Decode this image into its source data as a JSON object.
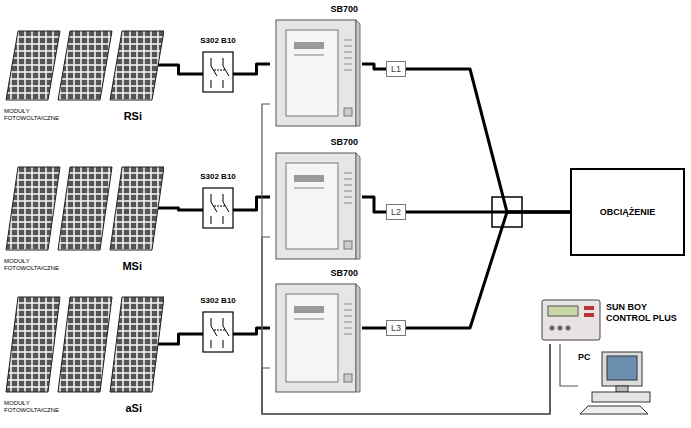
{
  "diagram": {
    "nodes": [
      {
        "text": [
          "MODUŁY FOTOWOLTAICZNE",
          "RSi"
        ]
      },
      {
        "text": [
          "S302 B10"
        ]
      },
      {
        "text": [
          "SB700"
        ]
      },
      {
        "text": [
          "L1"
        ]
      },
      {
        "text": [
          "MODUŁY FOTOWOLTAICZNE",
          "MSi"
        ]
      },
      {
        "text": [
          "S302 B10"
        ]
      },
      {
        "text": [
          "SB700"
        ]
      },
      {
        "text": [
          "L2"
        ]
      },
      {
        "text": [
          "MODUŁY FOTOWOLTAICZNE",
          "aSi"
        ]
      },
      {
        "text": [
          "S302 B10"
        ]
      },
      {
        "text": [
          "SB700"
        ]
      },
      {
        "text": [
          "L3"
        ]
      },
      {
        "text": [
          "OBCIĄŻENIE"
        ]
      },
      {
        "text": [
          "SUN BOY CONTROL PLUS"
        ]
      },
      {
        "text": [
          "PC"
        ]
      }
    ],
    "edges": [
      {
        "from": 0,
        "to": 1,
        "arrow": "none"
      },
      {
        "from": 1,
        "to": 2,
        "arrow": "none"
      },
      {
        "from": 2,
        "to": 3,
        "arrow": "none"
      },
      {
        "from": 3,
        "to": 12,
        "arrow": "none"
      },
      {
        "from": 4,
        "to": 5,
        "arrow": "none"
      },
      {
        "from": 5,
        "to": 6,
        "arrow": "none"
      },
      {
        "from": 6,
        "to": 7,
        "arrow": "none"
      },
      {
        "from": 7,
        "to": 12,
        "arrow": "none"
      },
      {
        "from": 8,
        "to": 9,
        "arrow": "none"
      },
      {
        "from": 9,
        "to": 10,
        "arrow": "none"
      },
      {
        "from": 10,
        "to": 11,
        "arrow": "none"
      },
      {
        "from": 11,
        "to": 12,
        "arrow": "none"
      },
      {
        "from": 2,
        "to": 13,
        "arrow": "none"
      },
      {
        "from": 6,
        "to": 13,
        "arrow": "none"
      },
      {
        "from": 10,
        "to": 13,
        "arrow": "none"
      },
      {
        "from": 13,
        "to": 14,
        "arrow": "none"
      }
    ]
  }
}
